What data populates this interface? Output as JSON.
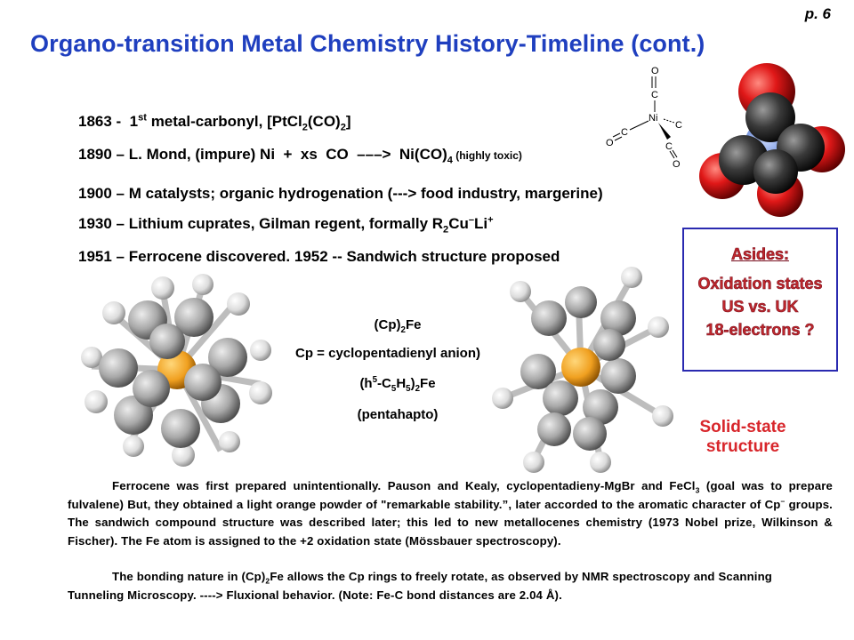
{
  "header": {
    "page_number": "p. 6",
    "title": "Organo-transition Metal Chemistry History-Timeline (cont.)"
  },
  "timeline": [
    {
      "year": "1863",
      "sep": " -  ",
      "pre": "1",
      "sup": "st",
      "text": " metal-carbonyl, [PtCl",
      "sub1": "2",
      "mid": "(CO)",
      "sub2": "2",
      "post": "]"
    },
    {
      "year": "1890",
      "sep": " – ",
      "text": "L. Mond, (impure) Ni  +  xs  CO  –––>  Ni(CO)",
      "sub": "4",
      "note": " (highly toxic)"
    },
    {
      "year": "1900",
      "sep": " – ",
      "text": "M catalysts; organic hydrogenation (---> food industry, margerine)"
    },
    {
      "year": "1930",
      "sep": " – ",
      "text": "Lithium cuprates, Gilman regent, formally R",
      "sub": "2",
      "mid": "Cu",
      "sup1": "–",
      "mid2": "Li",
      "sup2": "+"
    },
    {
      "year": "1951",
      "sep": " – ",
      "text": "Ferrocene discovered.  1952  -- Sandwich structure proposed"
    }
  ],
  "nico_labels": {
    "o": "O",
    "c": "C",
    "ni": "Ni"
  },
  "ferrocene_caption": {
    "line1_pre": "(Cp)",
    "line1_sub": "2",
    "line1_post": "Fe",
    "line2": "Cp = cyclopentadienyl anion)",
    "line3_pre": "(h",
    "line3_sup": "5",
    "line3_mid": "-C",
    "line3_sub1": "5",
    "line3_h": "H",
    "line3_sub2": "5",
    "line3_close": ")",
    "line3_sub3": "2",
    "line3_post": "Fe",
    "line4": "(pentahapto)"
  },
  "asides": {
    "heading": "Asides:",
    "items": [
      "Oxidation states",
      "US vs. UK",
      "18-electrons ?"
    ]
  },
  "solid_state": {
    "line1": "Solid-state",
    "line2": "structure"
  },
  "paragraph1": {
    "a": "Ferrocene was first prepared unintentionally. Pauson and Kealy, cyclopentadieny-MgBr and FeCl",
    "a_sub": "3",
    "b": " (goal was to prepare fulvalene)   But, they obtained a light orange powder of \"remarkable stability.”, later accorded to the aromatic character of Cp",
    "b_sup": "–",
    "c": " groups.  The sandwich compound structure was described later; this led to new metallocenes chemistry (1973 Nobel prize, Wilkinson & Fischer). The Fe atom is assigned to the +2 oxidation state (Mössbauer spectroscopy)."
  },
  "paragraph2": {
    "a": "The bonding nature in (Cp)",
    "a_sub": "2",
    "b": "Fe allows the Cp rings to freely rotate, as observed by NMR spectroscopy and Scanning Tunneling Microscopy.  ----> Fluxional behavior.  (Note: Fe-C bond distances are 2.04 Å)."
  },
  "colors": {
    "title": "#1f3fbf",
    "asides_text": "#c0282c",
    "asides_border": "#2a2ab0",
    "solid_state": "#d8262b",
    "fe_atom": "#f0a020",
    "carbon": "#9a9a9a",
    "hydrogen": "#e6e6e6",
    "oxygen": "#e01818"
  }
}
